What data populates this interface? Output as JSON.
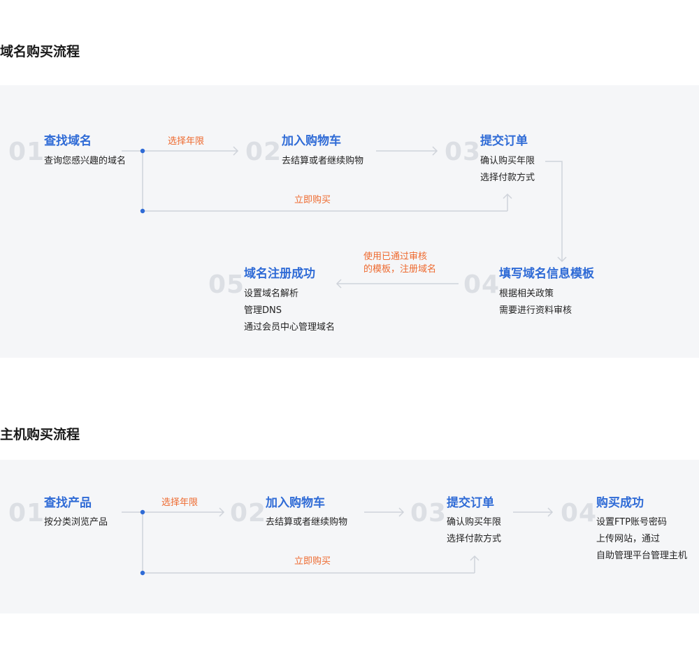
{
  "domain_flow": {
    "title": "域名购买流程",
    "steps": [
      {
        "num": "01",
        "title": "查找域名",
        "desc": [
          "查询您感兴趣的域名"
        ]
      },
      {
        "num": "02",
        "title": "加入购物车",
        "desc": [
          "去结算或者继续购物"
        ]
      },
      {
        "num": "03",
        "title": "提交订单",
        "desc": [
          "确认购买年限",
          "选择付款方式"
        ]
      },
      {
        "num": "04",
        "title": "填写域名信息模板",
        "desc": [
          "根据相关政策",
          "需要进行资料审核"
        ]
      },
      {
        "num": "05",
        "title": "域名注册成功",
        "desc": [
          "设置域名解析",
          "管理DNS",
          "通过会员中心管理域名"
        ]
      }
    ],
    "labels": {
      "choose_years": "选择年限",
      "buy_now": "立即购买",
      "use_template_1": "使用已通过审核",
      "use_template_2": "的模板，注册域名"
    }
  },
  "host_flow": {
    "title": "主机购买流程",
    "steps": [
      {
        "num": "01",
        "title": "查找产品",
        "desc": [
          "按分类浏览产品"
        ]
      },
      {
        "num": "02",
        "title": "加入购物车",
        "desc": [
          "去结算或者继续购物"
        ]
      },
      {
        "num": "03",
        "title": "提交订单",
        "desc": [
          "确认购买年限",
          "选择付款方式"
        ]
      },
      {
        "num": "04",
        "title": "购买成功",
        "desc": [
          "设置FTP账号密码",
          "上传网站，通过",
          "自助管理平台管理主机"
        ]
      }
    ],
    "labels": {
      "choose_years": "选择年限",
      "buy_now": "立即购买"
    }
  },
  "colors": {
    "accent": "#2f6bd6",
    "orange": "#ee6a2f",
    "number": "#dcdfe4",
    "panel": "#f5f6f8",
    "line": "#cfd3da"
  }
}
